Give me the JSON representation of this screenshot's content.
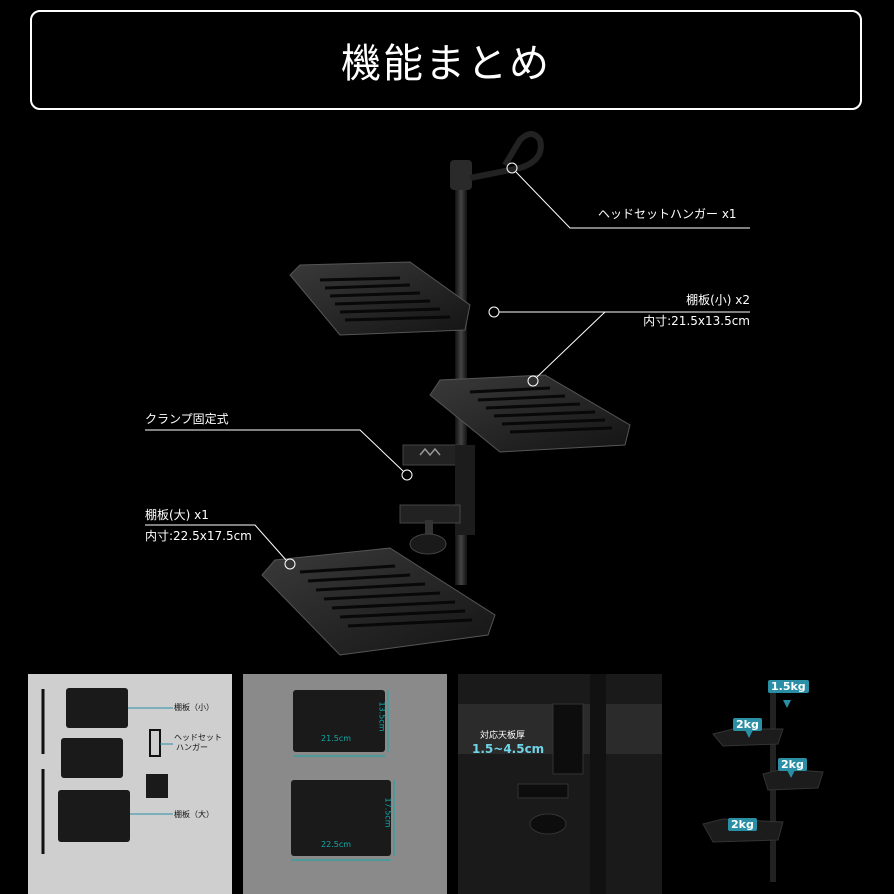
{
  "title": "機能まとめ",
  "callouts": {
    "headset": "ヘッドセットハンガー x1",
    "small_shelf": "棚板(小) x2",
    "small_shelf_dims": "内寸:21.5x13.5cm",
    "clamp": "クランプ固定式",
    "large_shelf": "棚板(大) x1",
    "large_shelf_dims": "内寸:22.5x17.5cm"
  },
  "thumb1": {
    "small": "棚板（小）",
    "hanger_line1": "ヘッドセット",
    "hanger_line2": "ハンガー",
    "large": "棚板（大）"
  },
  "thumb2": {
    "small_w": "21.5cm",
    "small_h": "13.5cm",
    "large_w": "22.5cm",
    "large_h": "17.5cm"
  },
  "thumb3": {
    "label": "対応天板厚",
    "range": "1.5~4.5cm"
  },
  "thumb4": {
    "hanger_load": "1.5kg",
    "shelf1_load": "2kg",
    "shelf2_load": "2kg",
    "shelf3_load": "2kg"
  },
  "colors": {
    "accent": "#2a8fa5",
    "background": "#000000",
    "text": "#ffffff"
  }
}
